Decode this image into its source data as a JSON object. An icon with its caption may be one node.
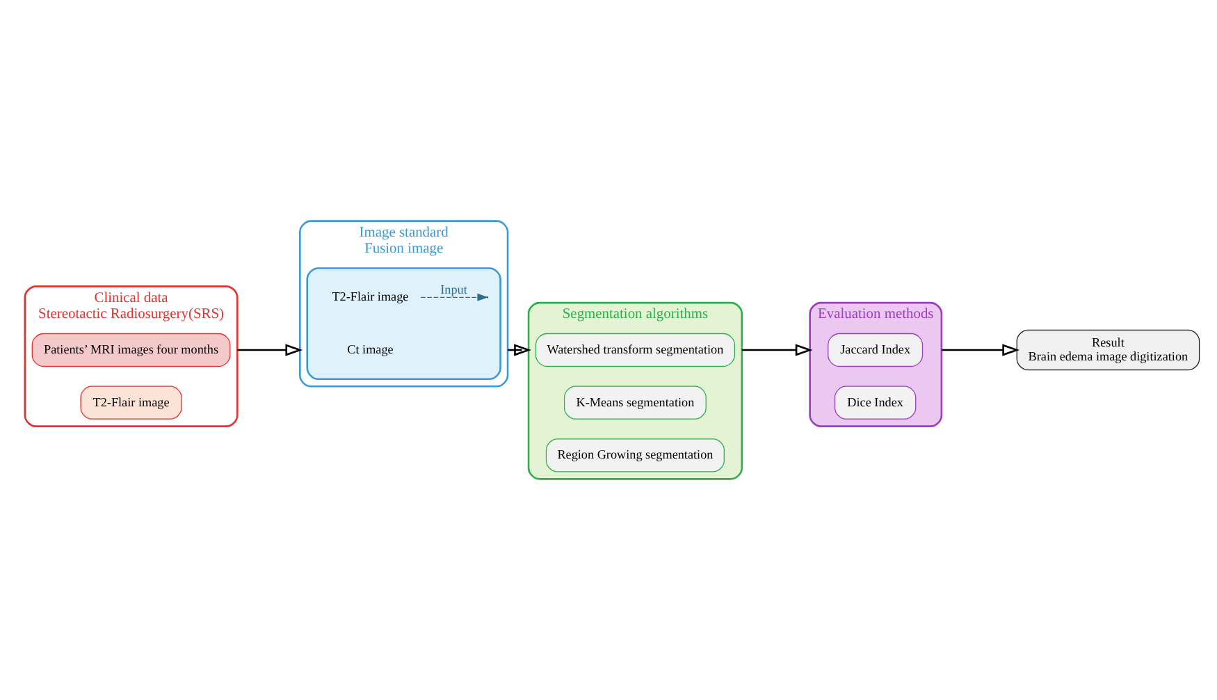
{
  "diagram": {
    "nodes": [
      {
        "text": [
          "Clinical data",
          "Stereotactic Radiosurgery(SRS)"
        ]
      },
      {
        "text": [
          "Patients’ MRI images four months"
        ],
        "in": 0
      },
      {
        "text": [
          "T2-Flair image"
        ],
        "in": 0
      },
      {
        "text": [
          "Image standard",
          "Fusion image"
        ]
      },
      {
        "text": [],
        "shape": "box",
        "in": 3
      },
      {
        "text": [
          "Ct image"
        ],
        "in": 4
      },
      {
        "text": [
          "T2-Flair image"
        ],
        "in": 4
      },
      {
        "text": [
          "Segmentation algorithms"
        ]
      },
      {
        "text": [
          "Watershed transform segmentation"
        ],
        "in": 7
      },
      {
        "text": [
          "K-Means segmentation"
        ],
        "in": 7
      },
      {
        "text": [
          "Region Growing segmentation"
        ],
        "in": 7
      },
      {
        "text": [
          "Evaluation methods"
        ]
      },
      {
        "text": [
          "Jaccard Index"
        ],
        "in": 11
      },
      {
        "text": [
          "Dice Index"
        ],
        "in": 11
      },
      {
        "text": [
          "Result",
          "Brain edema image digitization"
        ]
      }
    ],
    "edges": [
      {
        "from": 0,
        "to": 3,
        "arrow": "to"
      },
      {
        "from": 6,
        "to": null,
        "arrow": "to",
        "label": "Input",
        "style": "dashed",
        "color": "#2e6f8e"
      },
      {
        "from": 3,
        "to": 7,
        "arrow": "to"
      },
      {
        "from": 7,
        "to": 11,
        "arrow": "to"
      },
      {
        "from": 11,
        "to": 14,
        "arrow": "to"
      }
    ]
  }
}
